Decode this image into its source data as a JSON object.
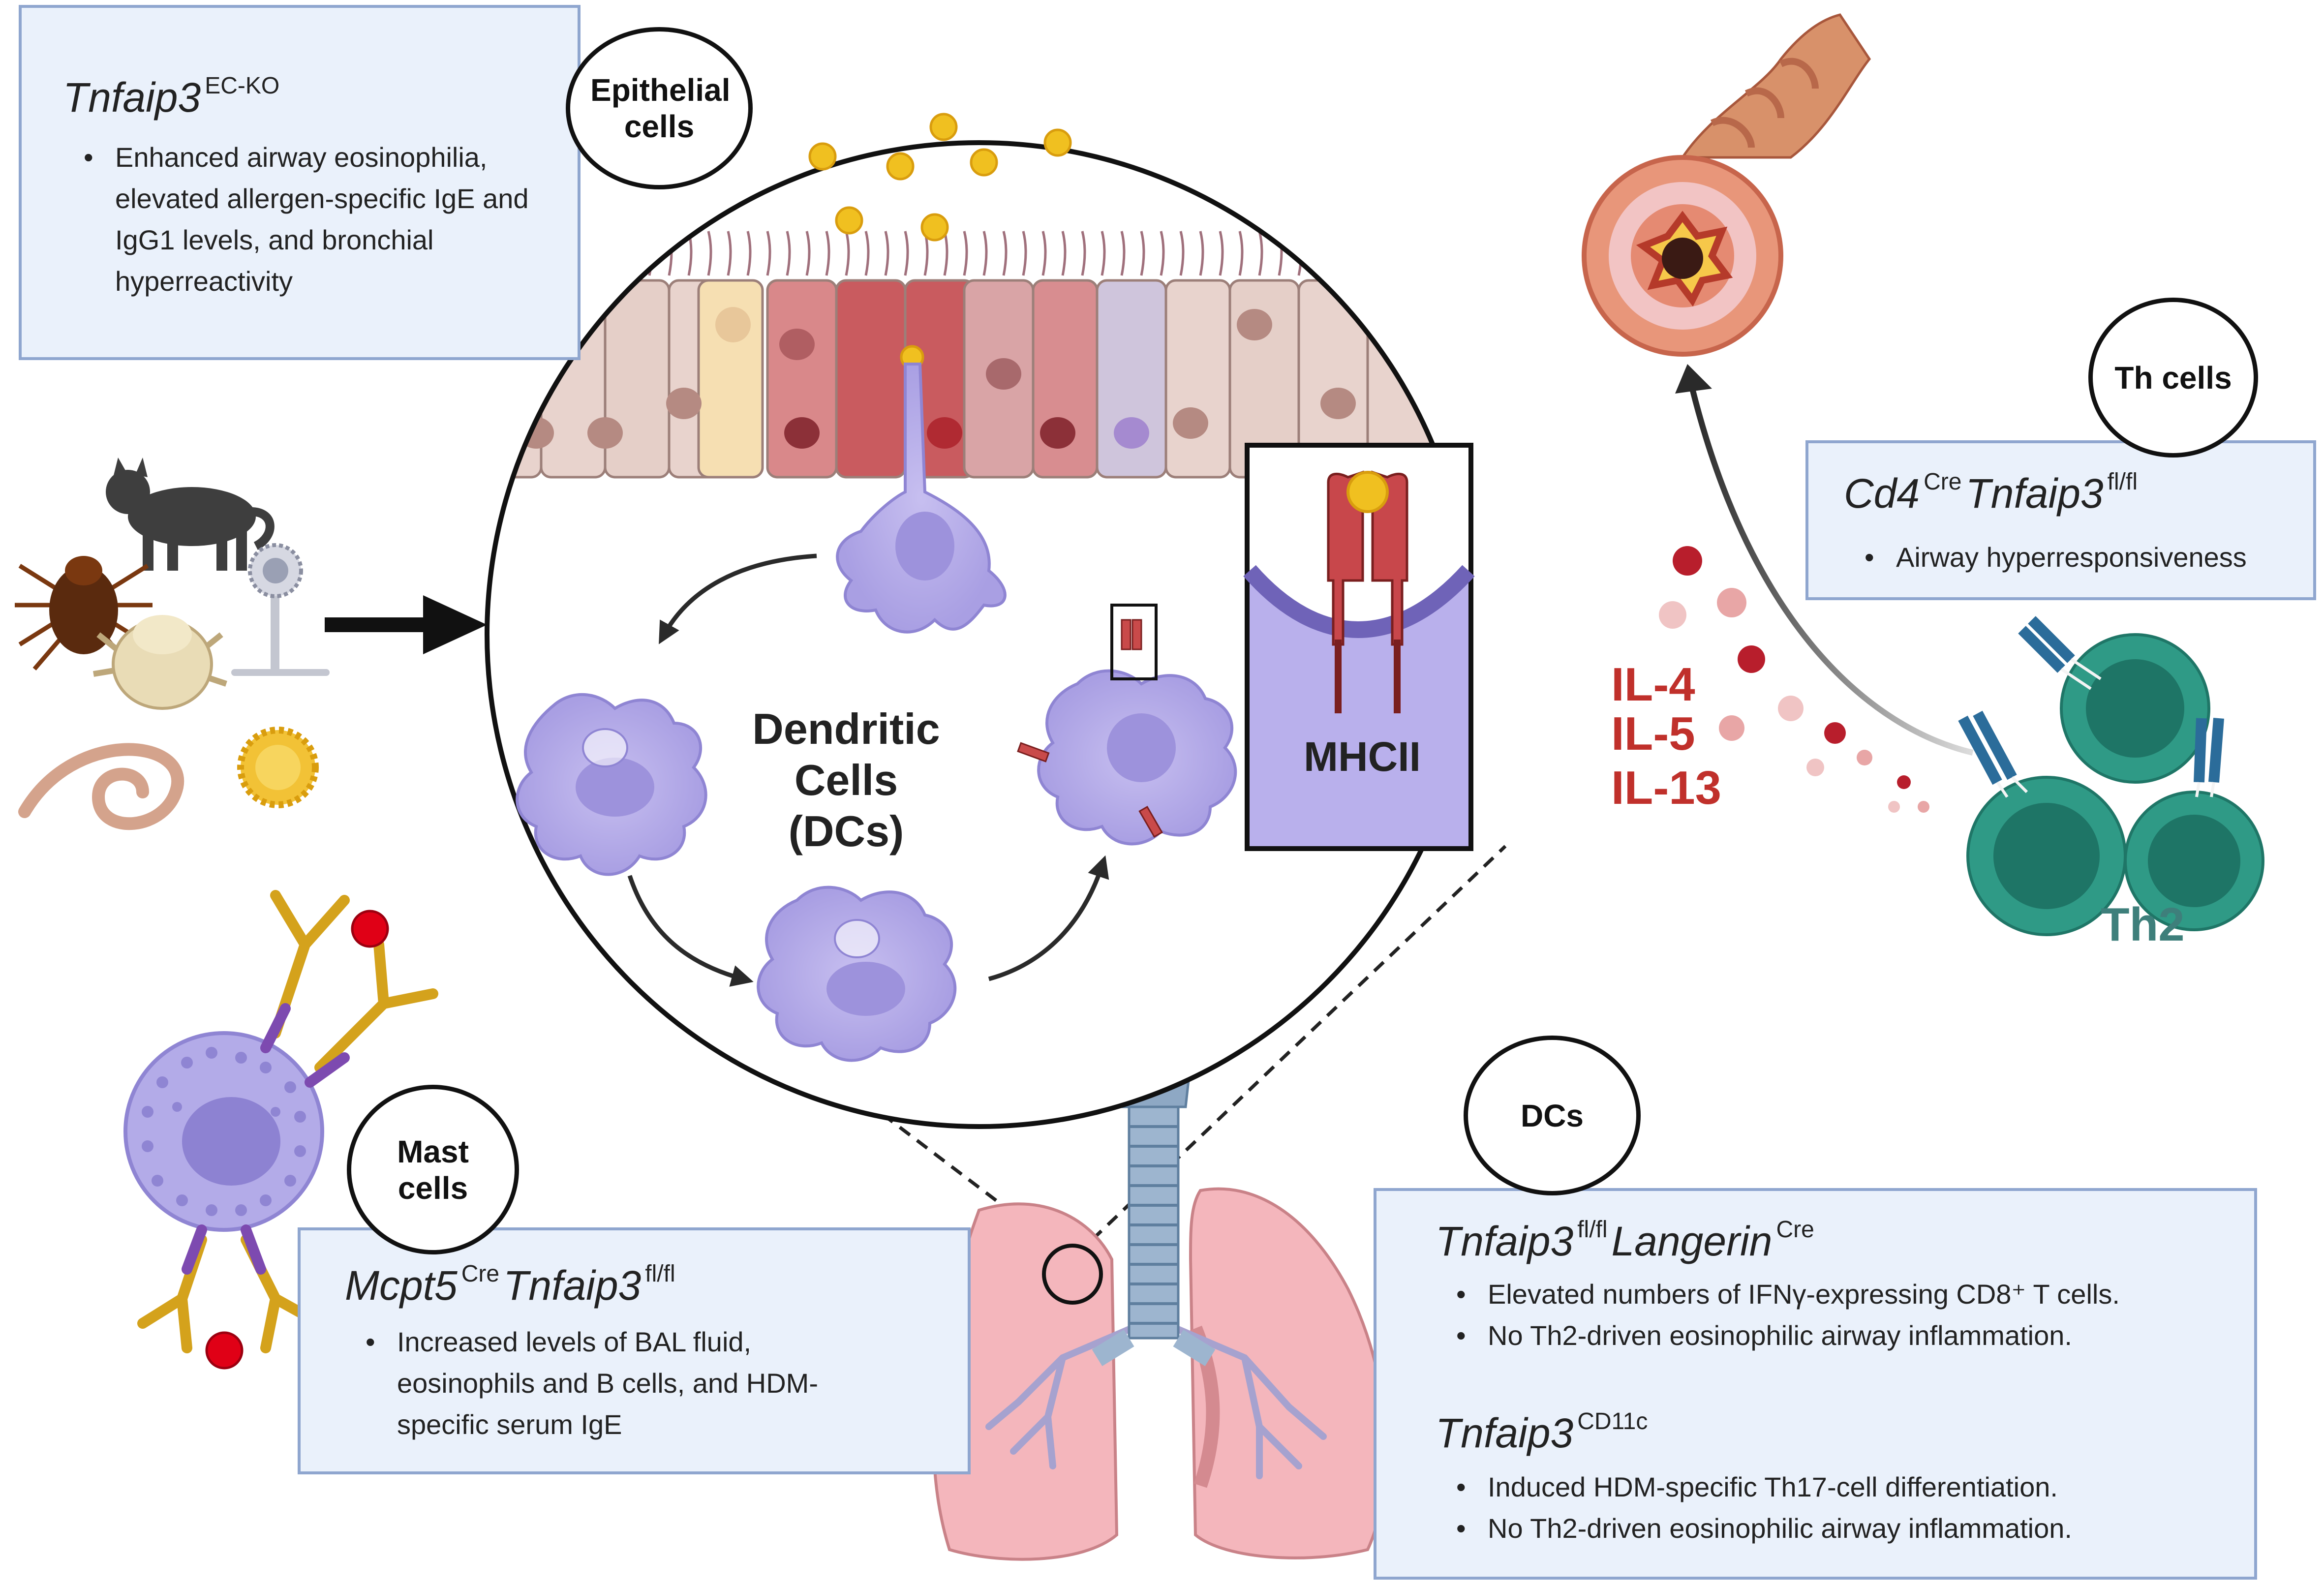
{
  "colors": {
    "box_fill": "#eaf1fb",
    "box_border": "#8fa6cf",
    "dc_purple": "#b3abe8",
    "cytokine_red": "#c0302b",
    "th2_teal": "#2f9a86",
    "lung_pink": "#f2b3b9",
    "allergen_yellow": "#f0c020",
    "antibody_gold": "#d4a21c"
  },
  "labels": {
    "epithelial": "Epithelial cells",
    "th_cells": "Th cells",
    "mast_cells": "Mast cells",
    "dcs": "DCs",
    "dendritic_cells": "Dendritic Cells (DCs)",
    "mhcii": "MHCII",
    "th2": "Th2",
    "il4": "IL-4",
    "il5": "IL-5",
    "il13": "IL-13"
  },
  "boxes": {
    "epithelial": {
      "gene": "Tnfaip3",
      "sup": "EC-KO",
      "bullets": [
        "Enhanced airway eosinophilia, elevated allergen-specific IgE and IgG1 levels, and bronchial hyperreactivity"
      ]
    },
    "th": {
      "gene1": "Cd4",
      "sup1": "Cre",
      "gene2": "Tnfaip3",
      "sup2": "fl/fl",
      "bullets": [
        "Airway hyperresponsiveness"
      ]
    },
    "mast": {
      "gene1": "Mcpt5",
      "sup1": "Cre",
      "gene2": "Tnfaip3",
      "sup2": "fl/fl",
      "bullets": [
        "Increased levels of BAL fluid, eosinophils and B cells, and HDM-specific serum IgE"
      ]
    },
    "dc": {
      "gene1": "Tnfaip3",
      "sup1": "fl/fl",
      "gene2": "Langerin",
      "sup2": "Cre",
      "bullets1": [
        "Elevated numbers of IFNγ-expressing CD8⁺ T cells.",
        "No Th2-driven eosinophilic airway inflammation."
      ],
      "gene3": "Tnfaip3",
      "sup3": "CD11c",
      "bullets2": [
        "Induced HDM-specific Th17-cell differentiation.",
        "No Th2-driven eosinophilic airway inflammation."
      ]
    }
  },
  "icons": [
    "cat-icon",
    "tick-icon",
    "dust-mite-icon",
    "mold-spore-icon",
    "worm-icon",
    "pollen-icon",
    "allergen-particle-icon",
    "dendritic-cell-icon",
    "mhcii-receptor-icon",
    "airway-tube-icon",
    "th2-cell-icon",
    "t-cell-receptor-icon",
    "mast-cell-icon",
    "ige-antibody-icon",
    "lungs-icon",
    "trachea-icon"
  ]
}
